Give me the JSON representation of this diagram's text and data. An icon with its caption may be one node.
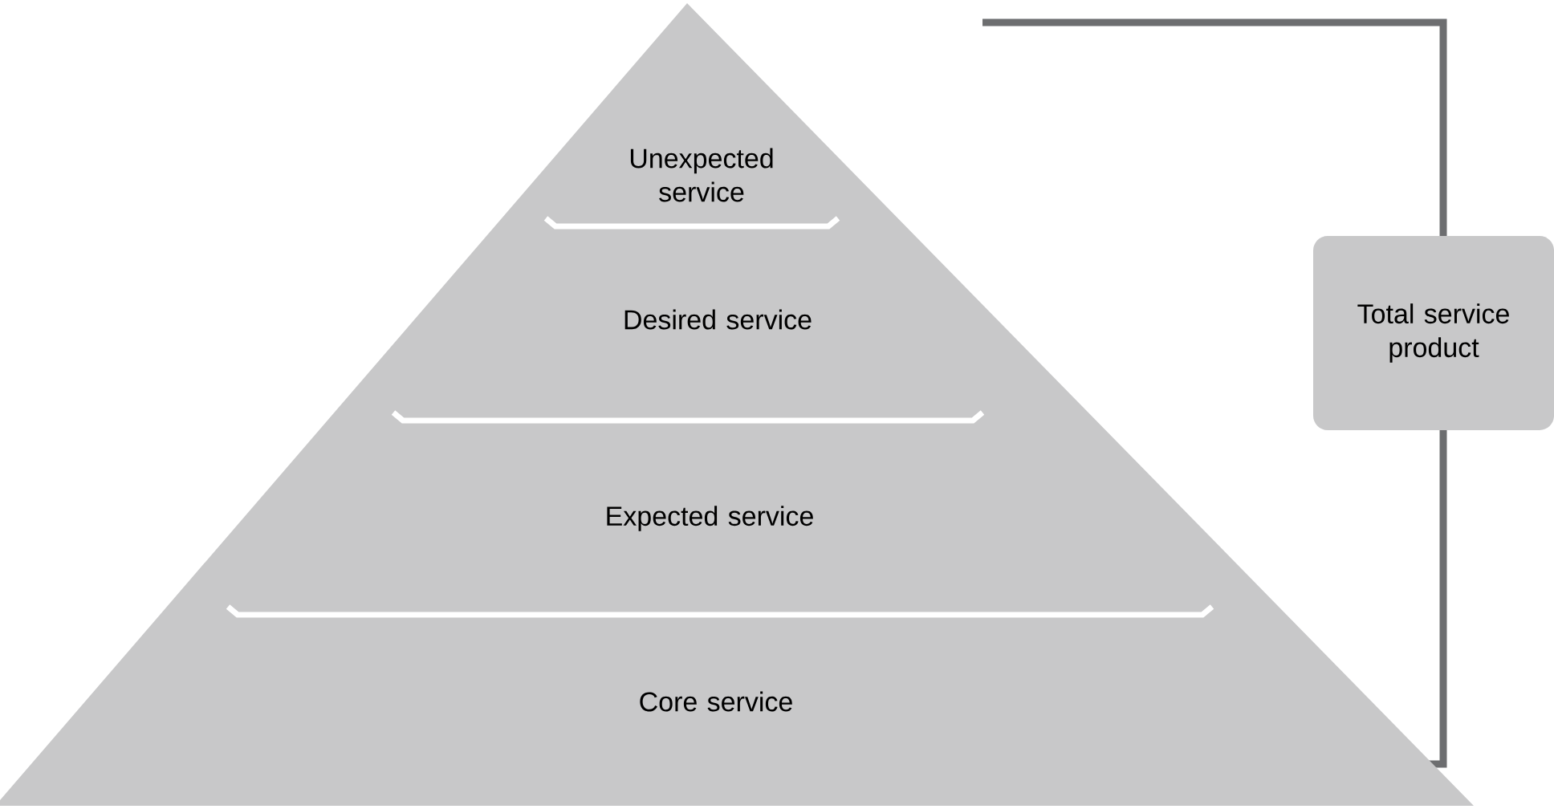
{
  "diagram": {
    "nodes": [
      {
        "text": [
          "Unexpected service"
        ]
      },
      {
        "text": [
          "Desired service"
        ]
      },
      {
        "text": [
          "Expected service"
        ]
      },
      {
        "text": [
          "Core service"
        ]
      },
      {
        "text": [
          "Total service product"
        ]
      }
    ]
  }
}
